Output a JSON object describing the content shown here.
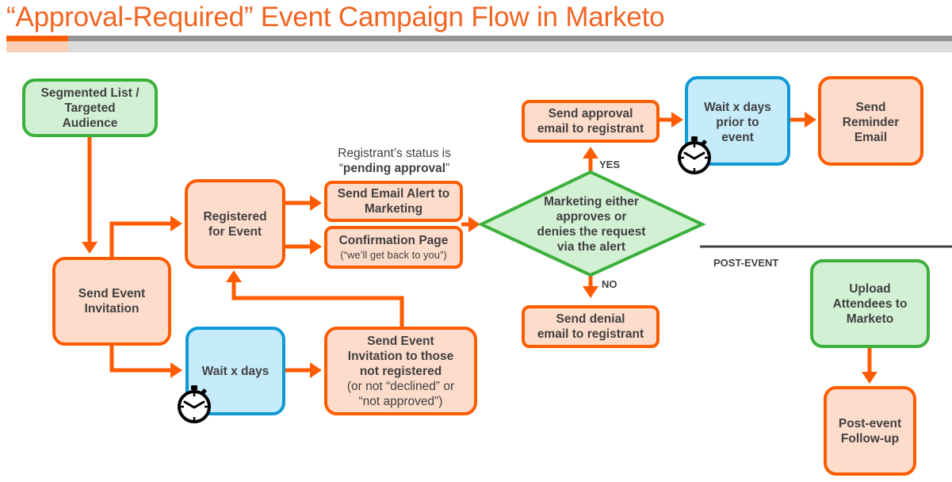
{
  "title": "“Approval-Required” Event Campaign Flow in Marketo",
  "colors": {
    "accent_orange": "#ff5c00",
    "title_orange": "#f26522",
    "orange_fill": "#fddccb",
    "green_border": "#3bb03b",
    "green_fill": "#d2f0d4",
    "blue_border": "#0f9ad6",
    "blue_fill": "#c6ecfb",
    "text": "#404040"
  },
  "nodes": {
    "segmented_list": {
      "line1": "Segmented List /",
      "line2": "Targeted",
      "line3": "Audience"
    },
    "send_invitation": {
      "line1": "Send Event",
      "line2": "Invitation"
    },
    "registered": {
      "line1": "Registered",
      "line2": "for Event"
    },
    "status_note": {
      "line1": "Registrant’s status is",
      "line2_prefix": "“",
      "line2_bold": "pending approval",
      "line2_suffix": "”"
    },
    "email_alert": {
      "line1": "Send Email Alert to",
      "line2": "Marketing"
    },
    "confirmation": {
      "line1": "Confirmation Page",
      "line2": "(“we’ll get back to you”)"
    },
    "wait_days": {
      "line1": "Wait x days"
    },
    "send_invitation_not_registered": {
      "line1": "Send Event",
      "line2": "Invitation to those",
      "line3": "not registered",
      "line4": "(or not “declined” or",
      "line5": "“not approved”)"
    },
    "decision": {
      "line1": "Marketing either",
      "line2": "approves or",
      "line3": "denies the request",
      "line4": "via the alert"
    },
    "approval_email": {
      "line1": "Send approval",
      "line2": "email to registrant"
    },
    "denial_email": {
      "line1": "Send denial",
      "line2": "email to registrant"
    },
    "wait_prior": {
      "line1": "Wait x days",
      "line2": "prior to",
      "line3": "event"
    },
    "reminder": {
      "line1": "Send",
      "line2": "Reminder",
      "line3": "Email"
    },
    "upload_attendees": {
      "line1": "Upload",
      "line2": "Attendees to",
      "line3": "Marketo"
    },
    "post_event_followup": {
      "line1": "Post-event",
      "line2": "Follow-up"
    }
  },
  "labels": {
    "yes": "YES",
    "no": "NO",
    "post_event_section": "POST-EVENT"
  },
  "icons": {
    "timer": "stopwatch-icon"
  }
}
